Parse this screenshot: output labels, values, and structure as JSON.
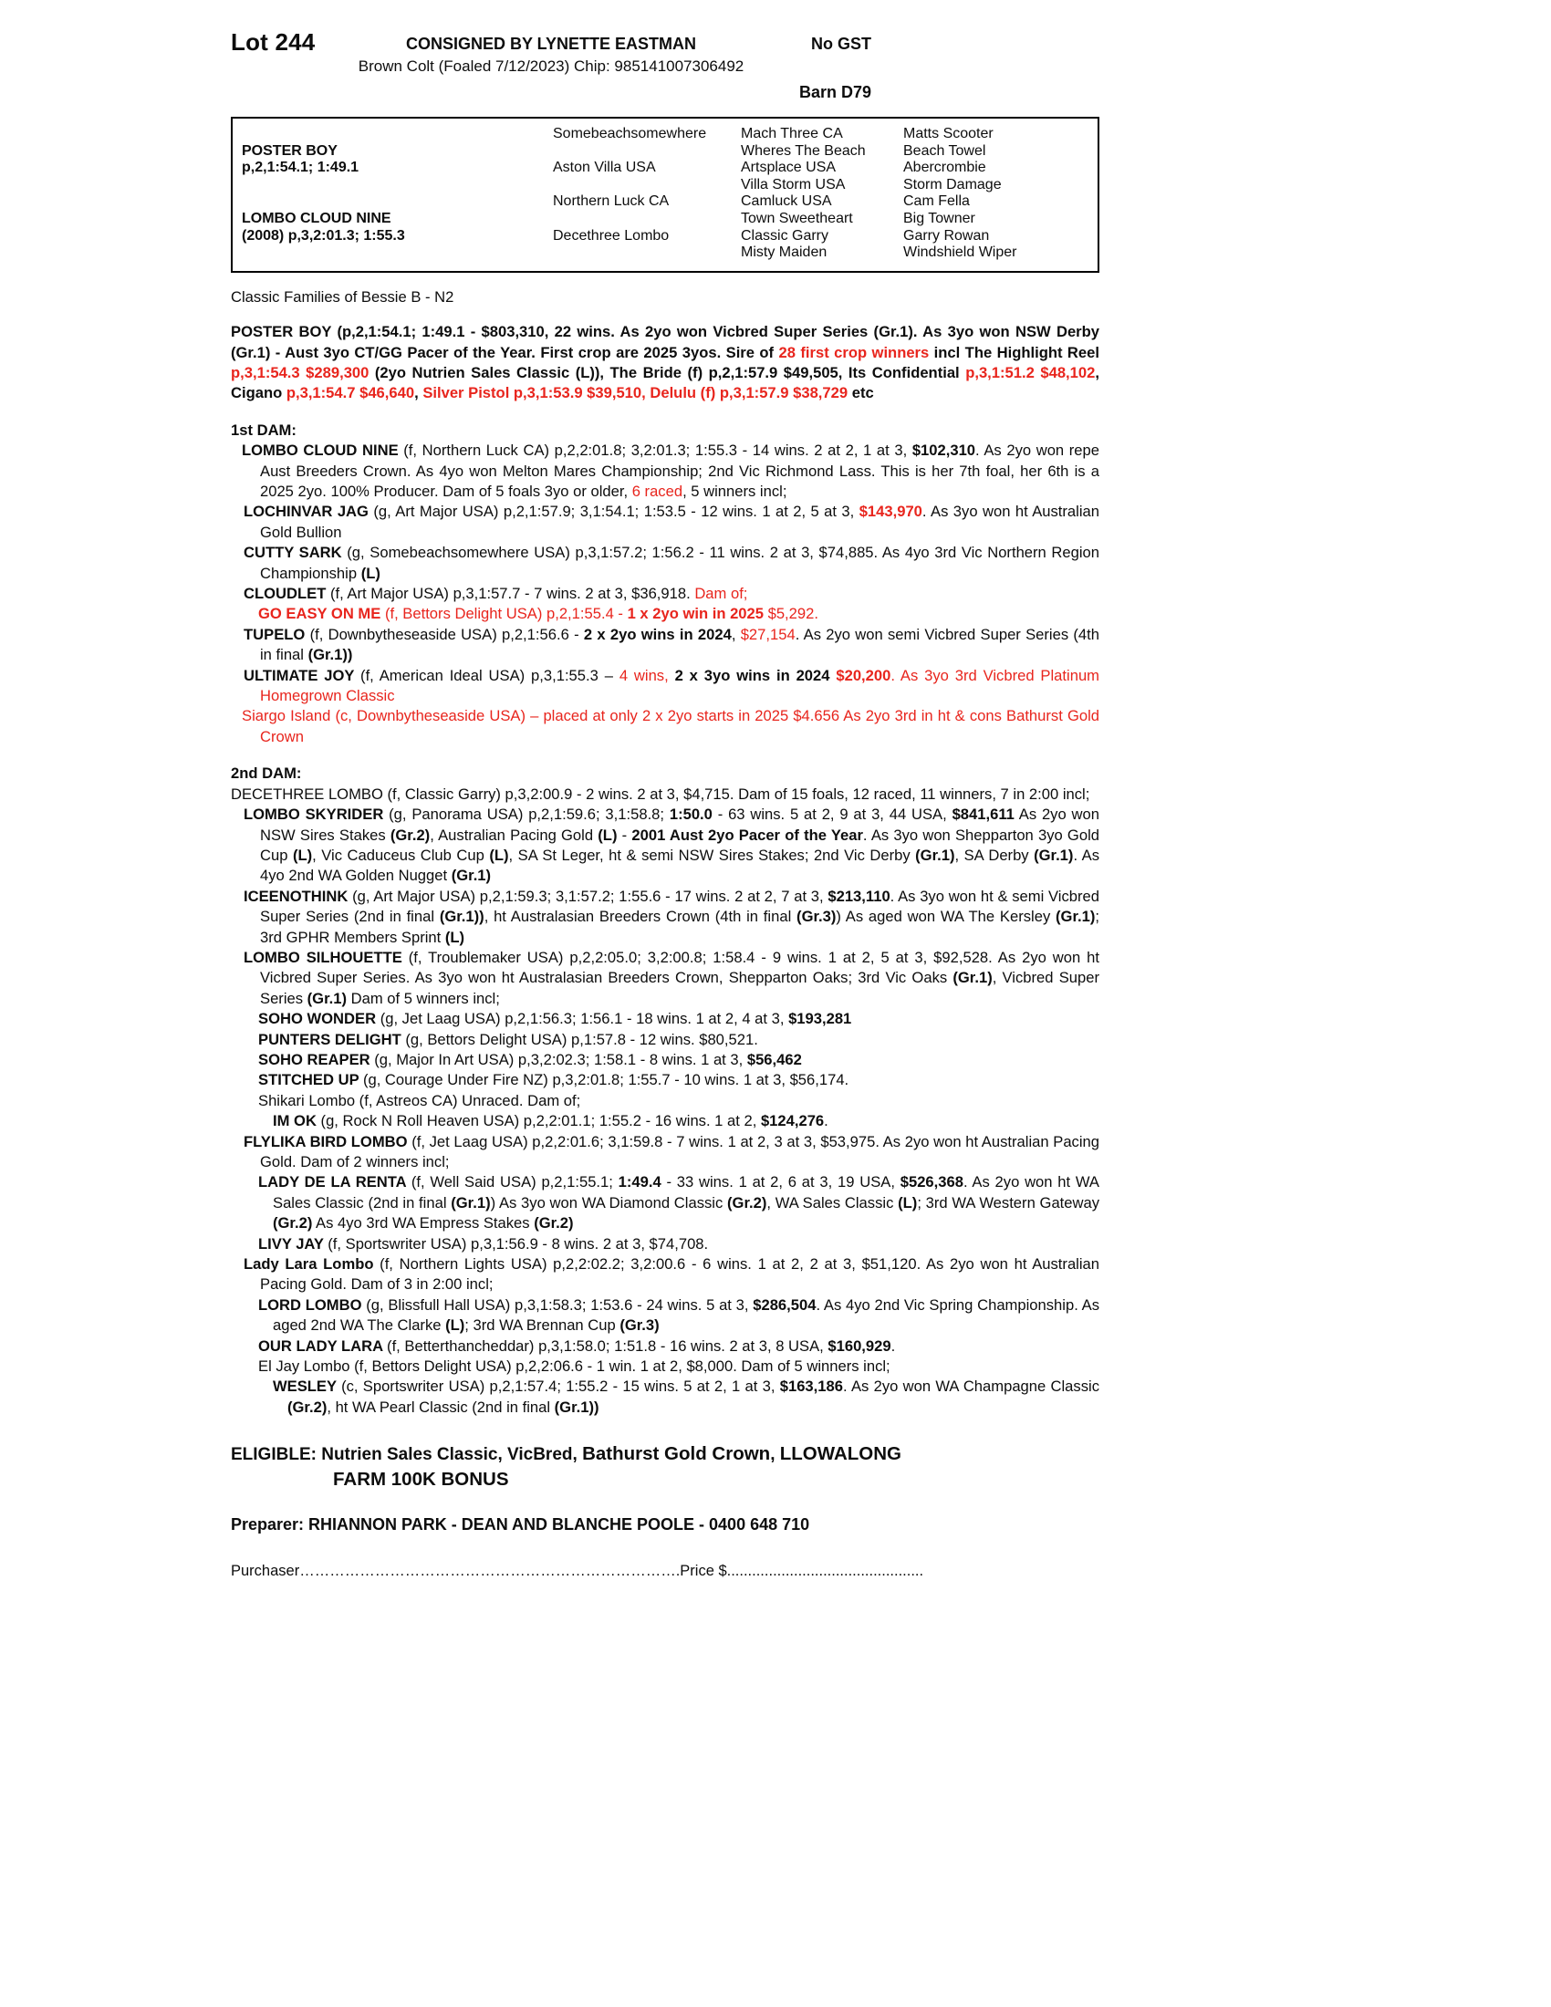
{
  "colors": {
    "accent_red": "#e8251d"
  },
  "header": {
    "lot": "Lot 244",
    "consignor": "CONSIGNED BY LYNETTE EASTMAN",
    "no_gst": "No GST",
    "description": "Brown Colt (Foaled 7/12/2023) Chip: 985141007306492",
    "barn": "Barn D79"
  },
  "pedigree_table": {
    "generation1": [
      {
        "row": 2,
        "text": "POSTER BOY"
      },
      {
        "row": 3,
        "text": "p,2,1:54.1; 1:49.1"
      },
      {
        "row": 6,
        "text": "LOMBO CLOUD NINE"
      },
      {
        "row": 7,
        "text": "(2008) p,3,2:01.3; 1:55.3"
      }
    ],
    "generation2": [
      {
        "row": 1,
        "text": "Somebeachsomewhere"
      },
      {
        "row": 3,
        "text": "Aston Villa USA"
      },
      {
        "row": 5,
        "text": "Northern Luck CA"
      },
      {
        "row": 7,
        "text": "Decethree Lombo"
      }
    ],
    "generation3": [
      "Mach Three CA",
      "Wheres The Beach",
      "Artsplace USA",
      "Villa Storm USA",
      "Camluck USA",
      "Town Sweetheart",
      "Classic Garry",
      "Misty Maiden"
    ],
    "generation4": [
      "Matts Scooter",
      "Beach Towel",
      "Abercrombie",
      "Storm Damage",
      "Cam Fella",
      "Big Towner",
      "Garry Rowan",
      "Windshield Wiper"
    ]
  },
  "paragraphs": [
    {
      "name": "family-line",
      "indent": 0,
      "hang": 0,
      "segments": [
        {
          "t": "Classic Families of Bessie B - N2"
        }
      ]
    },
    {
      "name": "sire-summary",
      "indent": 0,
      "hang": 0,
      "gap": 16,
      "segments": [
        {
          "t": "POSTER BOY (p,2,1:54.1; 1:49.1 - $803,310, 22 wins. As 2yo won Vicbred Super Series (Gr.1). As 3yo won NSW Derby (Gr.1) - Aust 3yo CT/GG Pacer of the Year. First crop are 2025 3yos. Sire of ",
          "b": 1
        },
        {
          "t": "28 first crop winners",
          "b": 1,
          "r": 1
        },
        {
          "t": " incl The Highlight Reel ",
          "b": 1
        },
        {
          "t": "p,3,1:54.3 $289,300",
          "b": 1,
          "r": 1
        },
        {
          "t": " (2yo Nutrien Sales Classic (L)), The Bride (f) p,2,1:57.9 $49,505, Its Confidential ",
          "b": 1
        },
        {
          "t": "p,3,1:51.2 $48,102",
          "b": 1,
          "r": 1
        },
        {
          "t": ", Cigano ",
          "b": 1
        },
        {
          "t": "p,3,1:54.7 $46,640",
          "b": 1,
          "r": 1
        },
        {
          "t": ", ",
          "b": 1
        },
        {
          "t": "Silver Pistol p,3,1:53.9 $39,510, Delulu (f) p,3,1:57.9 $38,729",
          "b": 1,
          "r": 1
        },
        {
          "t": " etc",
          "b": 1
        }
      ]
    },
    {
      "name": "first-dam-heading",
      "indent": 0,
      "hang": 0,
      "gap": 18,
      "segments": [
        {
          "t": "1st DAM:",
          "b": 1
        }
      ]
    },
    {
      "name": "dam-lombo-cloud-nine",
      "indent": 12,
      "hang": 20,
      "segments": [
        {
          "t": "LOMBO CLOUD NINE ",
          "b": 1
        },
        {
          "t": "(f, Northern Luck CA) p,2,2:01.8; 3,2:01.3; 1:55.3 - 14 wins. 2 at 2, 1 at 3, "
        },
        {
          "t": "$102,310",
          "b": 1
        },
        {
          "t": ". As 2yo won repe Aust Breeders Crown. As 4yo won Melton Mares Championship; 2nd Vic Richmond Lass. This is her 7th foal, her 6th is a 2025 2yo. 100% Producer. Dam of 5 foals 3yo or older, "
        },
        {
          "t": "6 raced",
          "r": 1
        },
        {
          "t": ", 5 winners incl;"
        }
      ]
    },
    {
      "name": "foal-lochinvar-jag",
      "indent": 14,
      "hang": 18,
      "segments": [
        {
          "t": "LOCHINVAR JAG ",
          "b": 1
        },
        {
          "t": "(g, Art Major USA) p,2,1:57.9; 3,1:54.1; 1:53.5 - 12 wins. 1 at 2, 5 at 3, "
        },
        {
          "t": "$143,970",
          "b": 1,
          "r": 1
        },
        {
          "t": ". As 3yo won ht Australian Gold Bullion"
        }
      ]
    },
    {
      "name": "foal-cutty-sark",
      "indent": 14,
      "hang": 18,
      "segments": [
        {
          "t": "CUTTY SARK ",
          "b": 1
        },
        {
          "t": "(g, Somebeachsomewhere USA) p,3,1:57.2; 1:56.2 - 11 wins. 2 at 3, $74,885. As 4yo 3rd Vic Northern Region Championship "
        },
        {
          "t": "(L)",
          "b": 1
        }
      ]
    },
    {
      "name": "foal-cloudlet",
      "indent": 14,
      "hang": 18,
      "segments": [
        {
          "t": "CLOUDLET ",
          "b": 1
        },
        {
          "t": "(f, Art Major USA) p,3,1:57.7 - 7 wins. 2 at 3, $36,918. "
        },
        {
          "t": "Dam of;",
          "r": 1
        }
      ]
    },
    {
      "name": "foal-go-easy-on-me",
      "indent": 30,
      "hang": 16,
      "segments": [
        {
          "t": "GO EASY ON ME ",
          "b": 1,
          "r": 1
        },
        {
          "t": "(f, Bettors Delight USA) p,2,1:55.4 - ",
          "r": 1
        },
        {
          "t": "1 x 2yo win in 2025",
          "b": 1,
          "r": 1
        },
        {
          "t": " $5,292.",
          "r": 1
        }
      ]
    },
    {
      "name": "foal-tupelo",
      "indent": 14,
      "hang": 18,
      "segments": [
        {
          "t": "TUPELO ",
          "b": 1
        },
        {
          "t": "(f, Downbytheseaside USA) p,2,1:56.6 - "
        },
        {
          "t": "2 x 2yo wins in 2024",
          "b": 1
        },
        {
          "t": ", "
        },
        {
          "t": "$27,154",
          "r": 1
        },
        {
          "t": ". As 2yo won semi Vicbred Super Series (4th in final "
        },
        {
          "t": "(Gr.1))",
          "b": 1
        }
      ]
    },
    {
      "name": "foal-ultimate-joy",
      "indent": 14,
      "hang": 18,
      "segments": [
        {
          "t": "ULTIMATE JOY ",
          "b": 1
        },
        {
          "t": "(f, American Ideal USA) p,3,1:55.3 – "
        },
        {
          "t": "4 wins, ",
          "r": 1
        },
        {
          "t": "2 x 3yo wins in 2024",
          "b": 1
        },
        {
          "t": " ",
          "r": 1
        },
        {
          "t": "$20,200",
          "b": 1,
          "r": 1
        },
        {
          "t": ". As 3yo 3rd Vicbred Platinum Homegrown Classic",
          "r": 1
        }
      ]
    },
    {
      "name": "foal-siargo-island",
      "indent": 12,
      "hang": 20,
      "segments": [
        {
          "t": "Siargo Island (c, Downbytheseaside USA) – placed at only 2 x 2yo starts in 2025 $4.656 As 2yo 3rd in ht & cons Bathurst Gold Crown",
          "r": 1
        }
      ]
    },
    {
      "name": "second-dam-heading",
      "indent": 0,
      "hang": 0,
      "gap": 18,
      "segments": [
        {
          "t": "2nd DAM:",
          "b": 1
        }
      ]
    },
    {
      "name": "dam-decethree-lombo",
      "indent": 0,
      "hang": 32,
      "segments": [
        {
          "t": "DECETHREE LOMBO (f, Classic Garry) p,3,2:00.9 - 2 wins. 2 at 3, $4,715. Dam of 15 foals, 12 raced, 11 winners, 7 in 2:00 incl;"
        }
      ]
    },
    {
      "name": "foal-lombo-skyrider",
      "indent": 14,
      "hang": 18,
      "segments": [
        {
          "t": "LOMBO SKYRIDER ",
          "b": 1
        },
        {
          "t": "(g, Panorama USA) p,2,1:59.6; 3,1:58.8; "
        },
        {
          "t": "1:50.0",
          "b": 1
        },
        {
          "t": " - 63 wins. 5 at 2, 9 at 3, 44 USA, "
        },
        {
          "t": "$841,611",
          "b": 1
        },
        {
          "t": " As 2yo won NSW Sires Stakes "
        },
        {
          "t": "(Gr.2)",
          "b": 1
        },
        {
          "t": ", Australian Pacing Gold "
        },
        {
          "t": "(L)",
          "b": 1
        },
        {
          "t": " -  "
        },
        {
          "t": "2001 Aust 2yo Pacer of the Year",
          "b": 1
        },
        {
          "t": ". As 3yo won Shepparton 3yo Gold Cup "
        },
        {
          "t": "(L)",
          "b": 1
        },
        {
          "t": ", Vic Caduceus Club Cup "
        },
        {
          "t": "(L)",
          "b": 1
        },
        {
          "t": ", SA St Leger, ht & semi NSW Sires Stakes; 2nd Vic Derby "
        },
        {
          "t": "(Gr.1)",
          "b": 1
        },
        {
          "t": ", SA Derby "
        },
        {
          "t": "(Gr.1)",
          "b": 1
        },
        {
          "t": ". As 4yo 2nd WA Golden Nugget "
        },
        {
          "t": "(Gr.1)",
          "b": 1
        }
      ]
    },
    {
      "name": "foal-iceenothink",
      "indent": 14,
      "hang": 18,
      "segments": [
        {
          "t": "ICEENOTHINK ",
          "b": 1
        },
        {
          "t": "(g, Art Major USA) p,2,1:59.3; 3,1:57.2; 1:55.6 - 17 wins. 2 at 2, 7 at 3, "
        },
        {
          "t": "$213,110",
          "b": 1
        },
        {
          "t": ". As 3yo won ht & semi Vicbred Super Series (2nd in final "
        },
        {
          "t": "(Gr.1))",
          "b": 1
        },
        {
          "t": ", ht Australasian Breeders Crown (4th in final "
        },
        {
          "t": "(Gr.3)",
          "b": 1
        },
        {
          "t": ") As aged won WA The Kersley "
        },
        {
          "t": "(Gr.1)",
          "b": 1
        },
        {
          "t": "; 3rd GPHR Members Sprint "
        },
        {
          "t": "(L)",
          "b": 1
        }
      ]
    },
    {
      "name": "foal-lombo-silhouette",
      "indent": 14,
      "hang": 18,
      "segments": [
        {
          "t": "LOMBO SILHOUETTE ",
          "b": 1
        },
        {
          "t": "(f, Troublemaker USA) p,2,2:05.0; 3,2:00.8; 1:58.4 - 9 wins. 1 at 2, 5 at 3, $92,528. As 2yo won ht Vicbred Super Series. As 3yo won ht Australasian Breeders Crown, Shepparton Oaks; 3rd Vic Oaks "
        },
        {
          "t": "(Gr.1)",
          "b": 1
        },
        {
          "t": ", Vicbred Super Series "
        },
        {
          "t": "(Gr.1)",
          "b": 1
        },
        {
          "t": " Dam of 5 winners incl;"
        }
      ]
    },
    {
      "name": "foal-soho-wonder",
      "indent": 30,
      "hang": 16,
      "segments": [
        {
          "t": "SOHO WONDER ",
          "b": 1
        },
        {
          "t": "(g, Jet Laag USA) p,2,1:56.3; 1:56.1 - 18 wins. 1 at 2, 4 at 3, "
        },
        {
          "t": "$193,281",
          "b": 1
        }
      ]
    },
    {
      "name": "foal-punters-delight",
      "indent": 30,
      "hang": 16,
      "segments": [
        {
          "t": "PUNTERS DELIGHT ",
          "b": 1
        },
        {
          "t": "(g, Bettors Delight USA) p,1:57.8 - 12 wins. $80,521."
        }
      ]
    },
    {
      "name": "foal-soho-reaper",
      "indent": 30,
      "hang": 16,
      "segments": [
        {
          "t": "SOHO REAPER ",
          "b": 1
        },
        {
          "t": "(g, Major In Art USA) p,3,2:02.3; 1:58.1 - 8 wins. 1 at 3, "
        },
        {
          "t": "$56,462",
          "b": 1
        }
      ]
    },
    {
      "name": "foal-stitched-up",
      "indent": 30,
      "hang": 16,
      "segments": [
        {
          "t": "STITCHED UP ",
          "b": 1
        },
        {
          "t": "(g, Courage Under Fire NZ) p,3,2:01.8; 1:55.7 - 10 wins. 1 at 3, $56,174."
        }
      ]
    },
    {
      "name": "foal-shikari-lombo",
      "indent": 30,
      "hang": 16,
      "segments": [
        {
          "t": "Shikari Lombo (f, Astreos CA) Unraced. Dam of;"
        }
      ]
    },
    {
      "name": "foal-im-ok",
      "indent": 46,
      "hang": 16,
      "segments": [
        {
          "t": "IM OK ",
          "b": 1
        },
        {
          "t": "(g, Rock N Roll Heaven USA) p,2,2:01.1; 1:55.2 - 16 wins. 1 at 2, "
        },
        {
          "t": "$124,276",
          "b": 1
        },
        {
          "t": "."
        }
      ]
    },
    {
      "name": "foal-flylika-bird-lombo",
      "indent": 14,
      "hang": 18,
      "segments": [
        {
          "t": "FLYLIKA BIRD LOMBO ",
          "b": 1
        },
        {
          "t": "(f, Jet Laag USA) p,2,2:01.6; 3,1:59.8 - 7 wins. 1 at 2, 3 at 3, $53,975. As 2yo won ht Australian Pacing Gold. Dam of 2 winners incl;"
        }
      ]
    },
    {
      "name": "foal-lady-de-la-renta",
      "indent": 30,
      "hang": 16,
      "segments": [
        {
          "t": "LADY DE LA RENTA ",
          "b": 1
        },
        {
          "t": "(f, Well Said USA) p,2,1:55.1; "
        },
        {
          "t": "1:49.4",
          "b": 1
        },
        {
          "t": " - 33 wins. 1 at 2, 6 at 3, 19 USA, "
        },
        {
          "t": "$526,368",
          "b": 1
        },
        {
          "t": ". As 2yo won ht WA Sales Classic (2nd in final "
        },
        {
          "t": "(Gr.1)",
          "b": 1
        },
        {
          "t": ") As 3yo won WA Diamond Classic "
        },
        {
          "t": "(Gr.2)",
          "b": 1
        },
        {
          "t": ", WA Sales Classic "
        },
        {
          "t": "(L)",
          "b": 1
        },
        {
          "t": "; 3rd WA Western Gateway "
        },
        {
          "t": "(Gr.2)",
          "b": 1
        },
        {
          "t": " As 4yo 3rd WA Empress Stakes "
        },
        {
          "t": "(Gr.2)",
          "b": 1
        }
      ]
    },
    {
      "name": "foal-livy-jay",
      "indent": 30,
      "hang": 16,
      "segments": [
        {
          "t": "LIVY JAY ",
          "b": 1
        },
        {
          "t": "(f, Sportswriter USA) p,3,1:56.9 - 8 wins. 2 at 3, $74,708."
        }
      ]
    },
    {
      "name": "foal-lady-lara-lombo",
      "indent": 14,
      "hang": 18,
      "segments": [
        {
          "t": "Lady Lara Lombo ",
          "b": 1
        },
        {
          "t": "(f, Northern Lights USA) p,2,2:02.2; 3,2:00.6 - 6 wins. 1 at 2, 2 at 3, $51,120. As 2yo won ht Australian Pacing Gold. Dam of 3 in 2:00 incl;"
        }
      ]
    },
    {
      "name": "foal-lord-lombo",
      "indent": 30,
      "hang": 16,
      "segments": [
        {
          "t": "LORD LOMBO ",
          "b": 1
        },
        {
          "t": "(g, Blissfull Hall USA) p,3,1:58.3; 1:53.6 - 24 wins. 5 at 3, "
        },
        {
          "t": "$286,504",
          "b": 1
        },
        {
          "t": ". As 4yo 2nd Vic Spring Championship. As aged 2nd WA The Clarke "
        },
        {
          "t": "(L)",
          "b": 1
        },
        {
          "t": "; 3rd WA Brennan Cup "
        },
        {
          "t": "(Gr.3)",
          "b": 1
        }
      ]
    },
    {
      "name": "foal-our-lady-lara",
      "indent": 30,
      "hang": 16,
      "segments": [
        {
          "t": "OUR LADY LARA ",
          "b": 1
        },
        {
          "t": "(f, Betterthancheddar) p,3,1:58.0; 1:51.8 - 16 wins. 2 at 3, 8 USA, "
        },
        {
          "t": "$160,929",
          "b": 1
        },
        {
          "t": "."
        }
      ]
    },
    {
      "name": "foal-el-jay-lombo",
      "indent": 30,
      "hang": 16,
      "segments": [
        {
          "t": "El Jay Lombo (f, Bettors Delight USA) p,2,2:06.6 - 1 win. 1 at 2, $8,000. Dam of 5 winners incl;"
        }
      ]
    },
    {
      "name": "foal-wesley",
      "indent": 46,
      "hang": 16,
      "segments": [
        {
          "t": "WESLEY ",
          "b": 1
        },
        {
          "t": "(c, Sportswriter USA) p,2,1:57.4; 1:55.2 - 15 wins. 5 at 2, 1 at 3, "
        },
        {
          "t": "$163,186",
          "b": 1
        },
        {
          "t": ". As 2yo won WA Champagne Classic "
        },
        {
          "t": "(Gr.2)",
          "b": 1
        },
        {
          "t": ", ht WA Pearl Classic (2nd in final "
        },
        {
          "t": "(Gr.1))",
          "b": 1
        }
      ]
    },
    {
      "name": "eligible-line-1",
      "indent": 0,
      "hang": 0,
      "gap": 26,
      "size": 19,
      "lineHeight": 27,
      "segments": [
        {
          "t": "ELIGIBLE: Nutrien Sales Classic, VicBred, ",
          "b": 1
        },
        {
          "t": "Bathurst Gold Crown",
          "b": 1,
          "lg": 1
        },
        {
          "t": ", ",
          "b": 1
        },
        {
          "t": "LLOWALONG",
          "b": 1,
          "lg": 1
        }
      ]
    },
    {
      "name": "eligible-line-2",
      "indent": 112,
      "hang": 0,
      "size": 19,
      "lineHeight": 27,
      "segments": [
        {
          "t": "FARM 100K BONUS",
          "b": 1,
          "lg": 1
        }
      ]
    },
    {
      "name": "preparer-line",
      "indent": 0,
      "hang": 0,
      "gap": 24,
      "size": 18,
      "segments": [
        {
          "t": "Preparer: RHIANNON PARK - DEAN AND BLANCHE POOLE - 0400 648 710",
          "b": 1
        }
      ]
    },
    {
      "name": "purchaser-line",
      "indent": 0,
      "hang": 0,
      "gap": 28,
      "size": 16.5,
      "segments": [
        {
          "t": "Purchaser………………………………………………………………….Price $..............................................."
        }
      ]
    }
  ]
}
